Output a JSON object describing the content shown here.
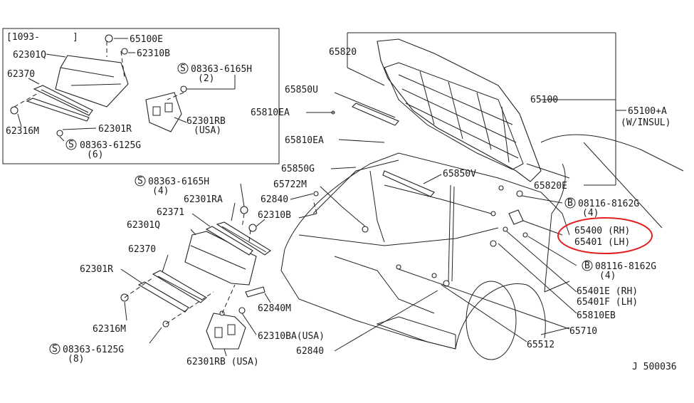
{
  "inset": {
    "range": "[1093-",
    "range_end": "]"
  },
  "labels": {
    "l65100E": "65100E",
    "l62301Q_a": "62301Q",
    "l62310B_a": "62310B",
    "l08363_6165H_a": "08363-6165H",
    "l2": "(2)",
    "l62370_a": "62370",
    "l62301RB_a": "62301RB",
    "lUSA_a": "(USA)",
    "l62316M_a": "62316M",
    "l62301R_a": "62301R",
    "l08363_6125G_a": "08363-6125G",
    "l6": "(6)",
    "l65820": "65820",
    "l65850U": "65850U",
    "l65810EA_a": "65810EA",
    "l65100": "65100",
    "l65100A": "65100+A",
    "lWINSUL": "(W/INSUL)",
    "l65810EA_b": "65810EA",
    "l65850G": "65850G",
    "l65850V": "65850V",
    "l65722M": "65722M",
    "l65820E": "65820E",
    "l08363_6165H_b": "08363-6165H",
    "l4_a": "(4)",
    "l62301RA": "62301RA",
    "l62840_a": "62840",
    "l08116_8162G_a": "08116-8162G",
    "l4_b": "(4)",
    "l62371": "62371",
    "l62310B_b": "62310B",
    "l62301Q_b": "62301Q",
    "l65400": "65400 (RH)",
    "l65401": "65401 (LH)",
    "l62370_b": "62370",
    "l62301R_b": "62301R",
    "l08116_8162G_b": "08116-8162G",
    "l4_c": "(4)",
    "l65401E": "65401E (RH)",
    "l65401F": "65401F (LH)",
    "l65810EB": "65810EB",
    "l62840M": "62840M",
    "l62316M_b": "62316M",
    "l65710": "65710",
    "l62310BA": "62310BA(USA)",
    "l08363_6125G_b": "08363-6125G",
    "l8": "(8)",
    "l62840_b": "62840",
    "l65512": "65512",
    "l62301RB_b": "62301RB (USA)",
    "ref": "J 500036"
  },
  "symbols": {
    "s": "S",
    "b": "B"
  },
  "highlight_color": "#e02020"
}
